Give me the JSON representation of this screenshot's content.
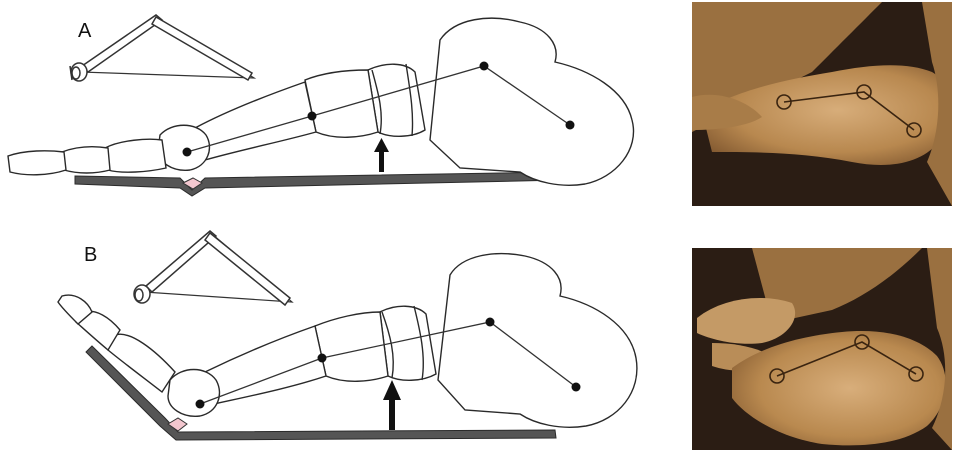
{
  "panels": [
    {
      "id": "A",
      "label": "A"
    },
    {
      "id": "B",
      "label": "B"
    }
  ],
  "colors": {
    "bone_fill": "#ffffff",
    "bone_outline": "#2a2a2a",
    "fascia": "#555555",
    "fascia_joint": "#f3c7cf",
    "photo_bg": "#2b1d14",
    "skin_light": "#c9a070",
    "skin_dark": "#8a6036",
    "marker": "#3a2410"
  },
  "icons": [
    "windlass-triangle-icon",
    "upward-arrow-icon"
  ]
}
